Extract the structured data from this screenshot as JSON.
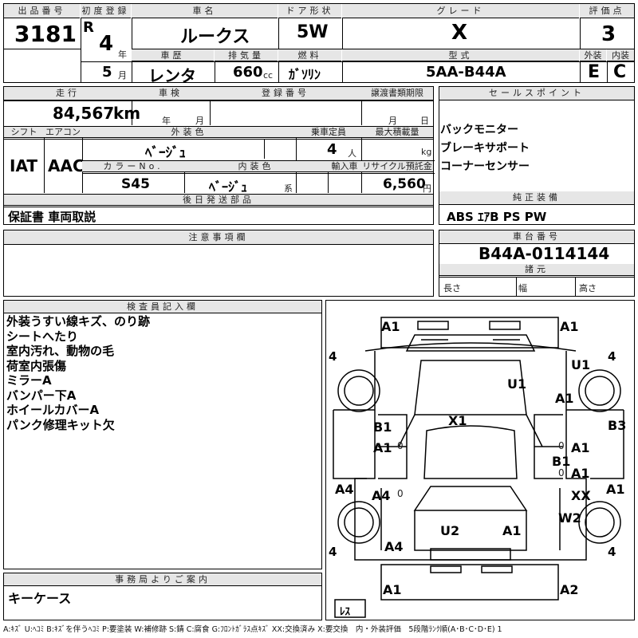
{
  "top": {
    "lot_label": "出品番号",
    "lot_value": "3181",
    "first_reg_label": "初度登録",
    "era": "R",
    "year": "4",
    "year_unit": "年",
    "month": "5",
    "month_unit": "月",
    "car_name_label": "車名",
    "car_name": "ルークス",
    "history_label": "車歴",
    "history": "レンタ",
    "displacement_label": "排気量",
    "displacement": "660",
    "displacement_unit": "cc",
    "door_label": "ドア形状",
    "door": "5W",
    "fuel_label": "燃料",
    "fuel": "ｶﾞｿﾘﾝ",
    "grade_label": "グレード",
    "grade": "X",
    "model_label": "型式",
    "model": "5AA-B44A",
    "score_label": "評価点",
    "score": "3",
    "ext_label": "外装",
    "ext": "E",
    "int_label": "内装",
    "int": "C"
  },
  "mid": {
    "mileage_label": "走行",
    "mileage": "84,567",
    "mileage_unit": "km",
    "inspection_label": "車検",
    "insp_year_unit": "年",
    "insp_month_unit": "月",
    "reg_no_label": "登録番号",
    "transfer_label": "譲渡書類期限",
    "transfer_month_unit": "月",
    "transfer_day_unit": "日",
    "shift_label": "シフト",
    "shift": "IAT",
    "ac_label": "エアコン",
    "ac": "AAC",
    "ext_color_label": "外装色",
    "ext_color": "ﾍﾞｰｼﾞｭ",
    "seats_label": "乗車定員",
    "seats": "4",
    "seats_unit": "人",
    "load_label": "最大積載量",
    "load_unit": "kg",
    "color_no_label": "カラーNo.",
    "color_no": "S45",
    "int_color_label": "内装色",
    "int_color": "ﾍﾞｰｼﾞｭ",
    "int_color_unit": "系",
    "import_label": "輸入車",
    "recycle_label": "リサイクル預託金",
    "recycle": "6,560",
    "recycle_unit": "円",
    "later_label": "後日発送部品",
    "later": "保証書 車両取説"
  },
  "sales": {
    "label": "セールスポイント",
    "items": [
      "バックモニター",
      "ブレーキサポート",
      "コーナーセンサー"
    ]
  },
  "equipment": {
    "label": "純正装備",
    "value": "ABS ｴｱB PS PW"
  },
  "notes": {
    "label": "注意事項欄"
  },
  "chassis": {
    "label": "車台番号",
    "value": "B44A-0114144",
    "specs_label": "諸元",
    "length_label": "長さ",
    "width_label": "幅",
    "height_label": "高さ"
  },
  "inspector": {
    "label": "検査員記入欄",
    "items": [
      "外装うすい線キズ、のり跡",
      "シートへたり",
      "室内汚れ、動物の毛",
      "荷室内張傷",
      "ミラーA",
      "バンパー下A",
      "ホイールカバーA",
      "パンク修理キット欠"
    ]
  },
  "office": {
    "label": "事務局よりご案内",
    "value": "キーケース"
  },
  "diagram": {
    "tires": [
      "4",
      "4",
      "4",
      "4"
    ],
    "spare": "ﾚｽ",
    "marks": [
      "A1",
      "A1",
      "U1",
      "U1",
      "A1",
      "X1",
      "B1",
      "A1",
      "B3",
      "A1",
      "B1",
      "A1",
      "A4",
      "A4",
      "XX",
      "A1",
      "W2",
      "U2",
      "A1",
      "A4",
      "A1",
      "A2"
    ],
    "zeros": [
      "0",
      "0",
      "0",
      "0"
    ]
  },
  "legend": "A:ｷｽﾞ U:ﾍｺﾐ B:ｷｽﾞを伴うﾍｺﾐ P:要塗装 W:補修跡 S:錆 C:腐食 G:ﾌﾛﾝﾄｶﾞﾗｽ点ｷｽﾞ XX:交換済み X:要交換　内・外装評価　5段階ﾗﾝｸ順(A･B･C･D･E) 1"
}
